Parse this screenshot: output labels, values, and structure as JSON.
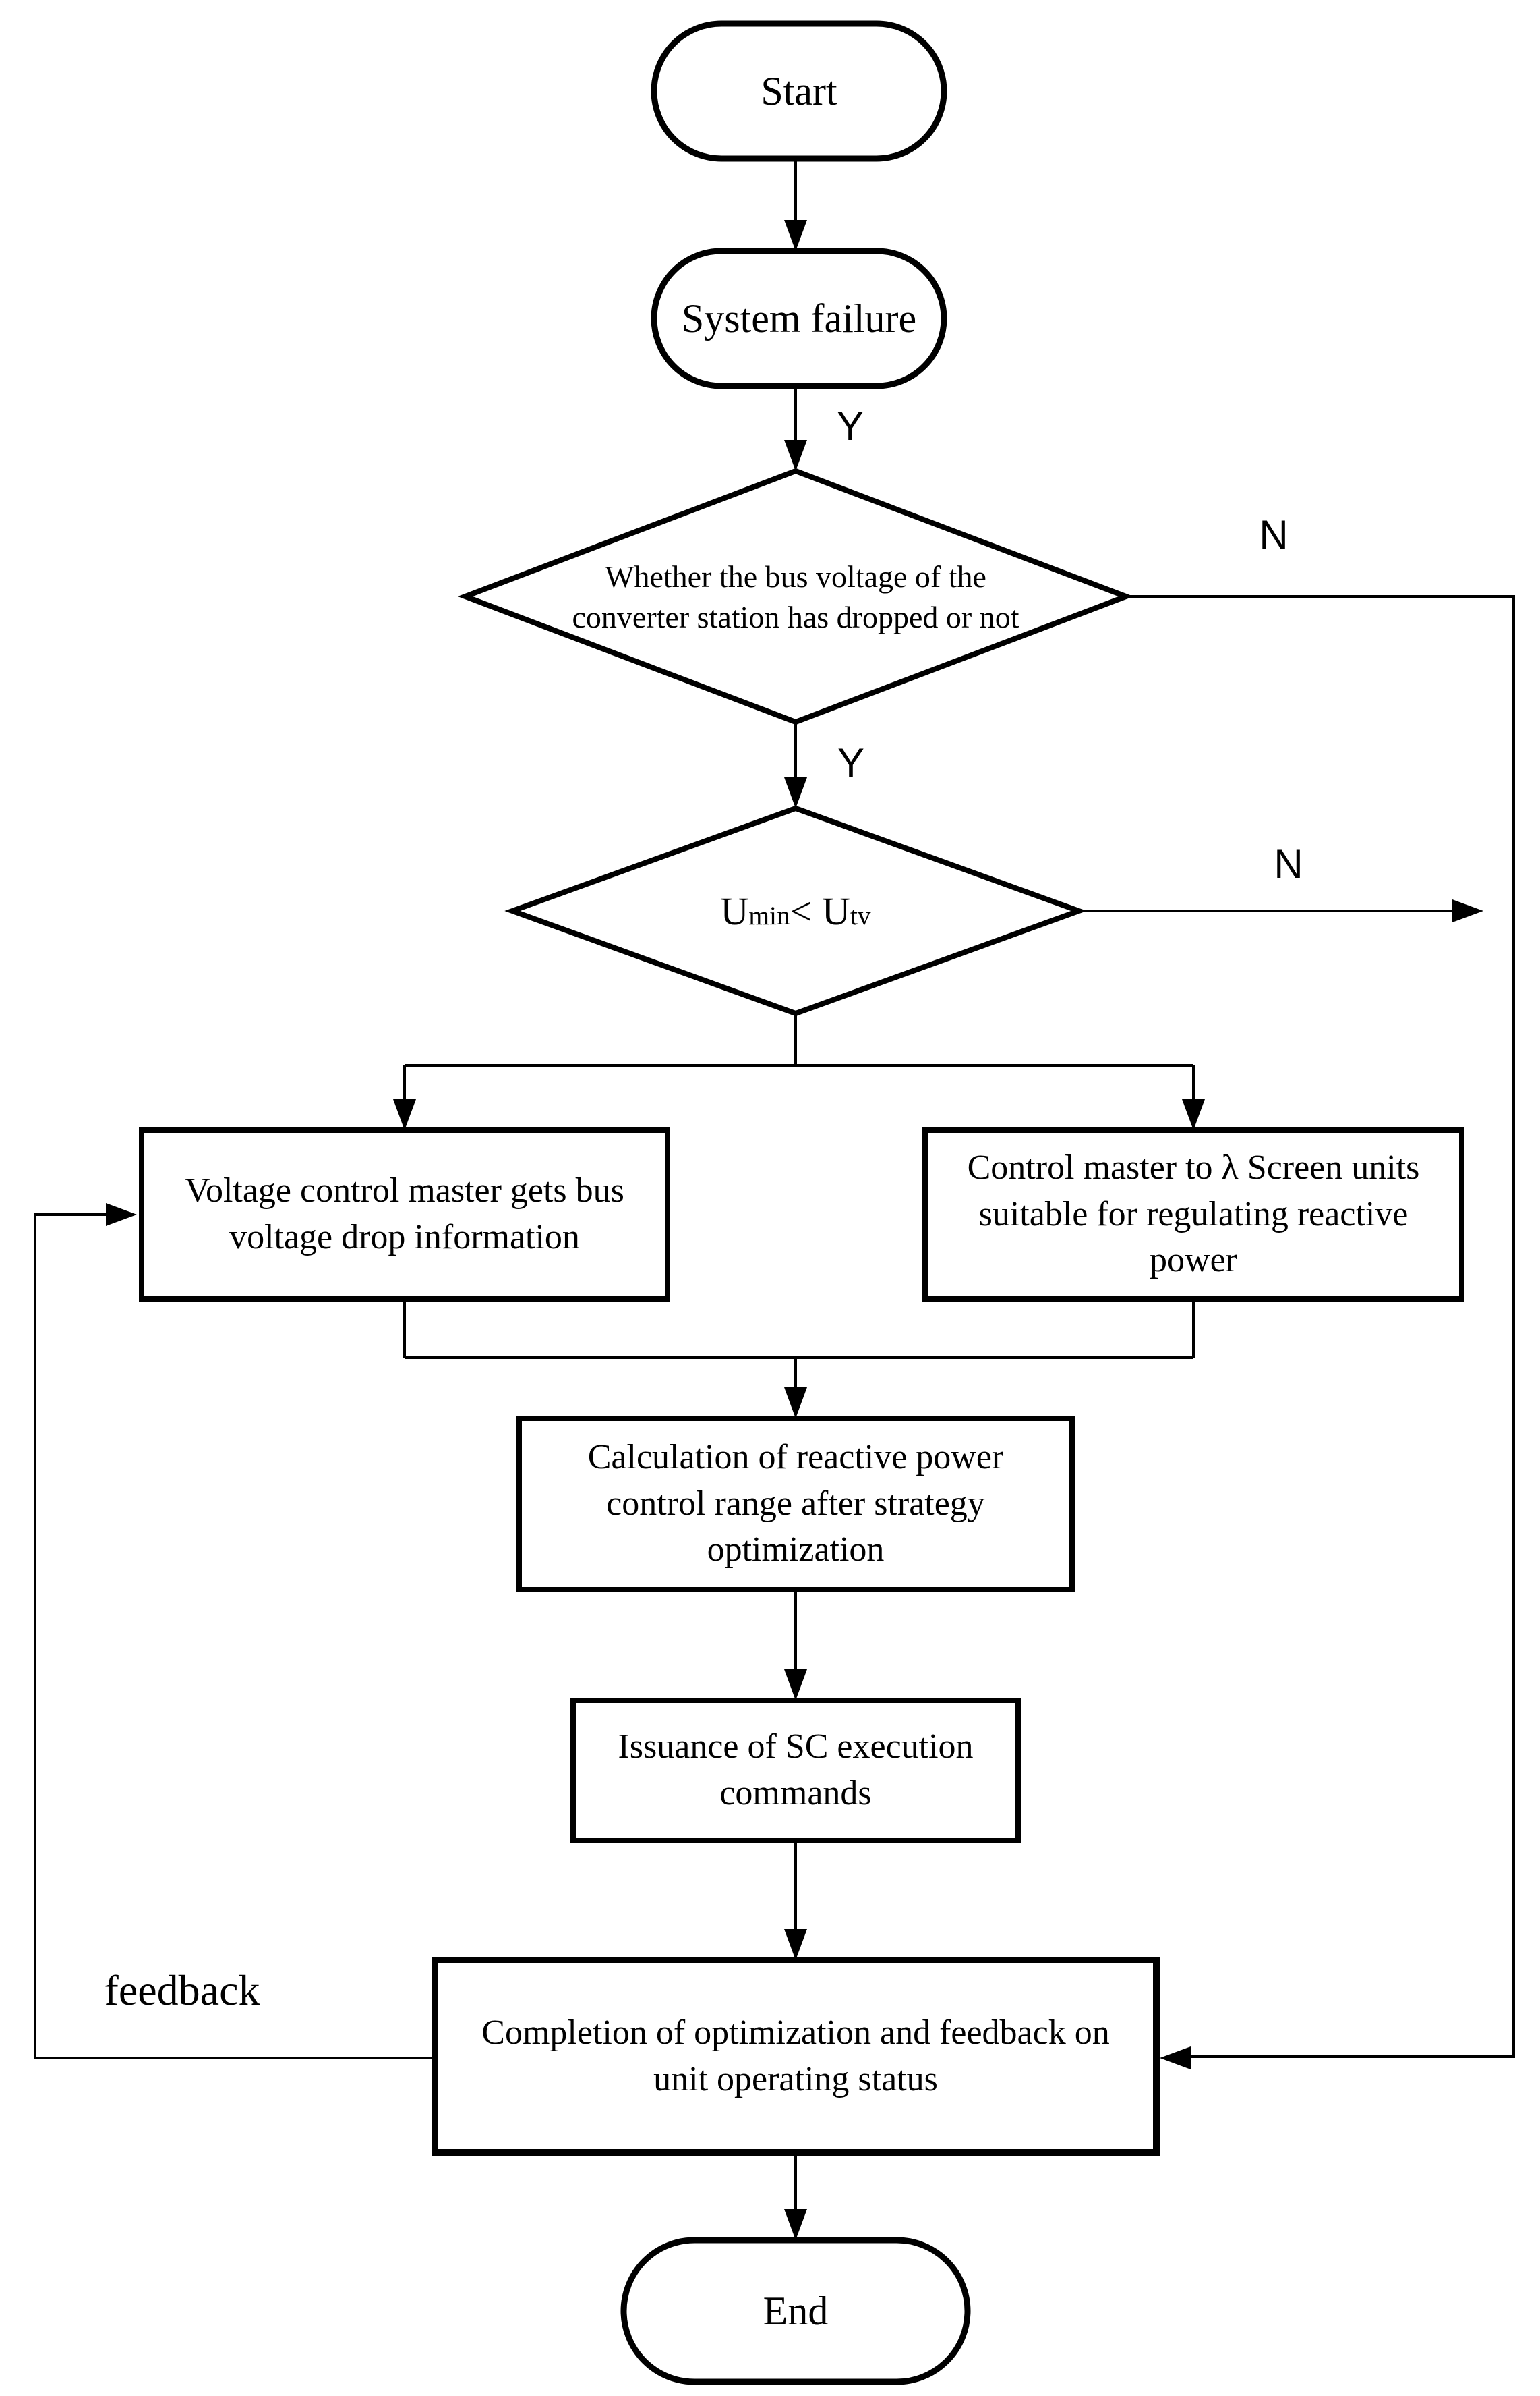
{
  "page": {
    "background": "#ffffff",
    "stroke_color": "#000000",
    "text_color": "#000000"
  },
  "flowchart": {
    "nodes": {
      "start": {
        "label": "Start"
      },
      "system_failure": {
        "label": "System failure"
      },
      "decision_bus_voltage_drop": {
        "lines": [
          "Whether the bus voltage of the",
          "converter station has dropped or not"
        ]
      },
      "decision_umin_utv": {
        "parts": [
          "U",
          "min",
          "< ",
          "U",
          "tv"
        ]
      },
      "voltage_control_master": {
        "lines": [
          "Voltage control master gets bus",
          "voltage drop information"
        ]
      },
      "control_master_screen": {
        "lines": [
          "Control master to λ Screen units",
          "suitable for regulating reactive",
          "power"
        ]
      },
      "calculation": {
        "lines": [
          "Calculation of reactive power",
          "control range after strategy",
          "optimization"
        ]
      },
      "issuance": {
        "lines": [
          "Issuance of SC execution",
          "commands"
        ]
      },
      "completion": {
        "lines": [
          "Completion of optimization and feedback on",
          "unit operating status"
        ]
      },
      "end": {
        "label": "End"
      }
    },
    "edge_labels": {
      "yes_1": "Y",
      "yes_2": "Y",
      "no_1": "N",
      "no_2": "N",
      "feedback": "feedback"
    }
  }
}
